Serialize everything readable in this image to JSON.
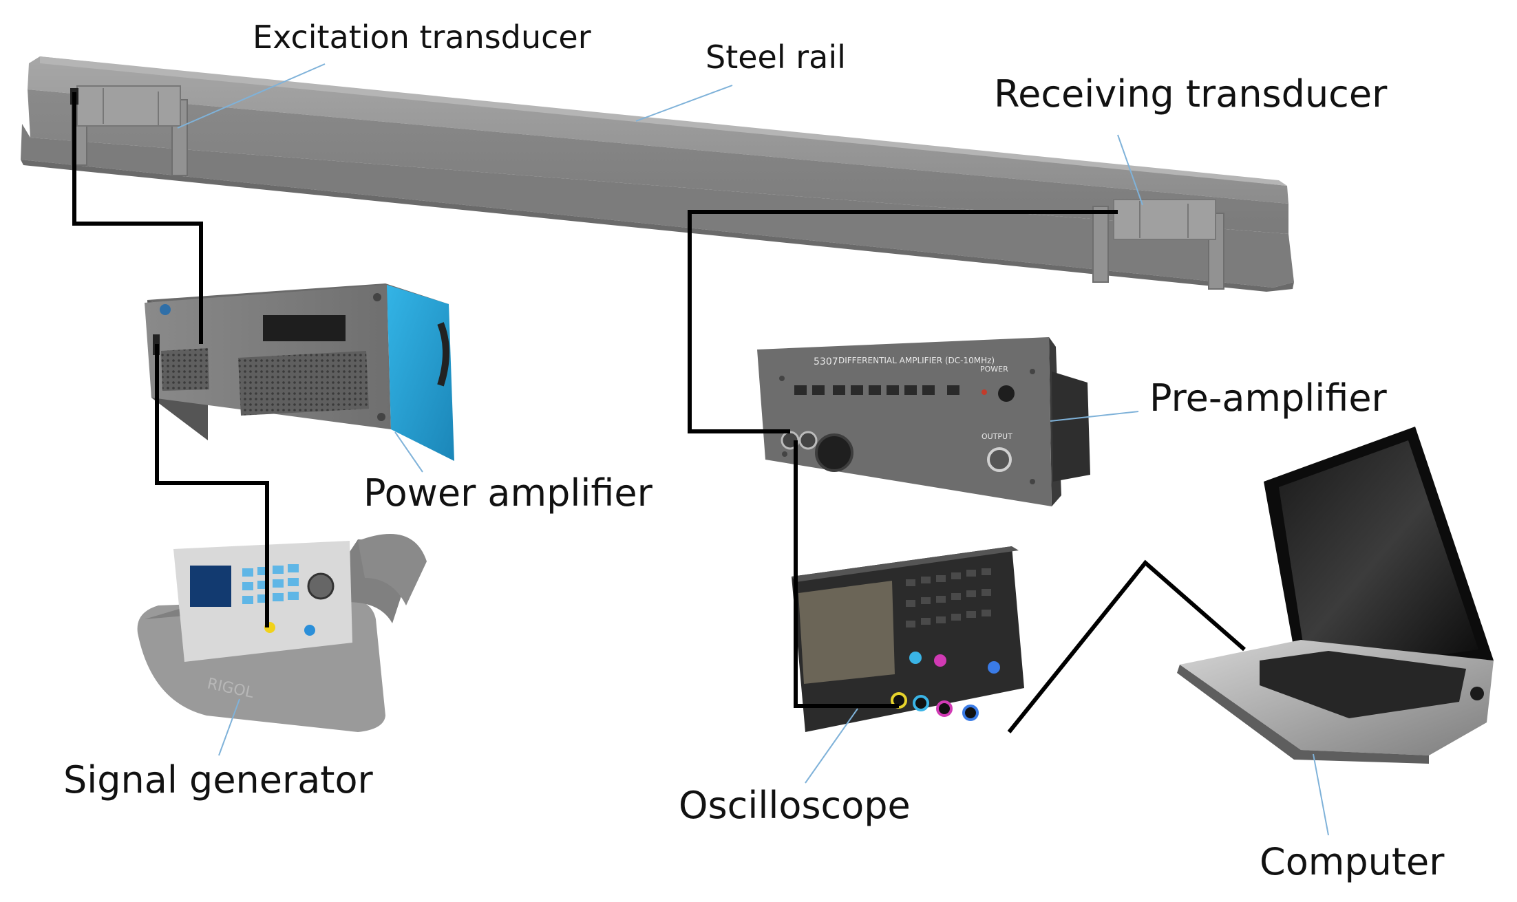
{
  "labels": {
    "excitation_transducer": "Excitation transducer",
    "steel_rail": "Steel rail",
    "receiving_transducer": "Receiving transducer",
    "pre_amplifier": "Pre-amplifier",
    "power_amplifier": "Power amplifier",
    "signal_generator": "Signal generator",
    "oscilloscope": "Oscilloscope",
    "computer": "Computer"
  },
  "device_text": {
    "preamp_model": "5307",
    "preamp_title": "DIFFERENTIAL AMPLIFIER (DC-10MHz)",
    "preamp_power": "POWER",
    "preamp_output": "OUTPUT",
    "generator_brand": "RIGOL"
  },
  "colors": {
    "rail": "#8e8e8e",
    "cable": "#000000",
    "leader_line": "#7fb2d9",
    "amplifier_body": "#2aa5d8",
    "preamp_panel": "#6d6d6d"
  }
}
